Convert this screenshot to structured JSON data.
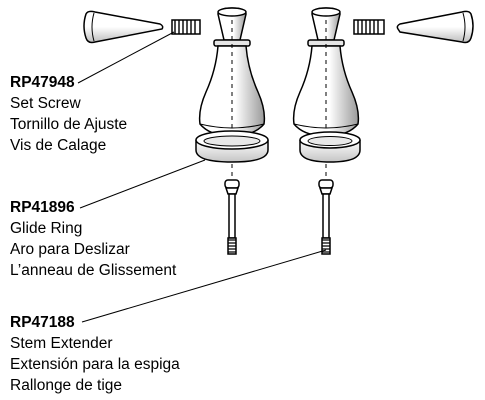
{
  "parts": {
    "set_screw": {
      "code": "RP47948",
      "lines": [
        "Set Screw",
        "Tornillo de Ajuste",
        "Vis de Calage"
      ]
    },
    "glide_ring": {
      "code": "RP41896",
      "lines": [
        "Glide Ring",
        "Aro para Deslizar",
        "L’anneau de Glissement"
      ]
    },
    "stem_extender": {
      "code": "RP47188",
      "lines": [
        "Stem Extender",
        "Extensión para la espiga",
        "Rallonge de tige"
      ]
    }
  },
  "colors": {
    "line": "#000000",
    "fill": "#ffffff",
    "shade": "#cfcfcf"
  }
}
